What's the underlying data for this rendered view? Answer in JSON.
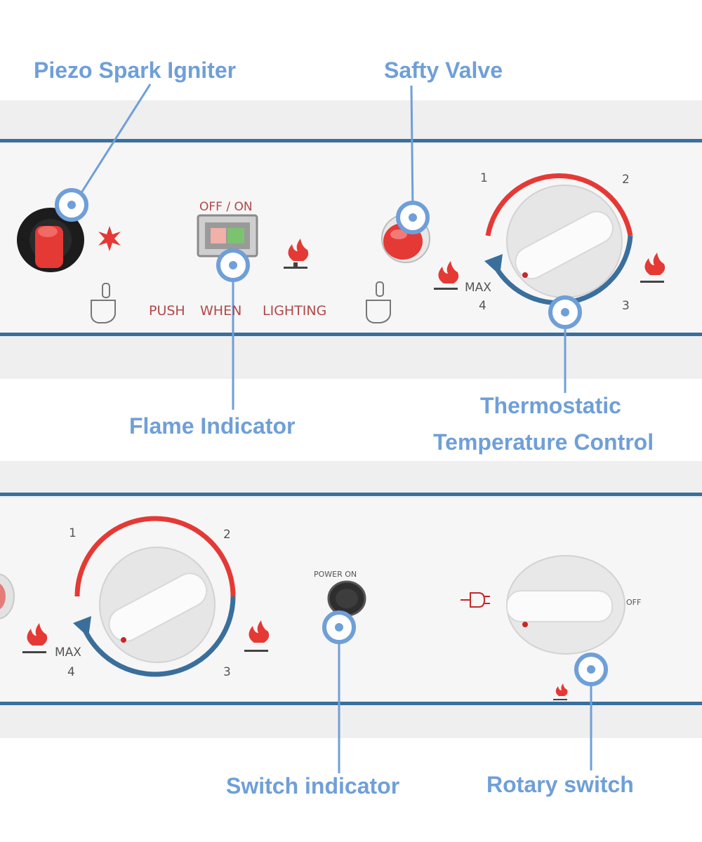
{
  "callouts": {
    "piezo": "Piezo Spark Igniter",
    "valve": "Safty Valve",
    "flame": "Flame Indicator",
    "thermo_line1": "Thermostatic",
    "thermo_line2": "Temperature  Control",
    "switch_indicator": "Switch indicator",
    "rotary": "Rotary switch"
  },
  "panel_top": {
    "off_on": "OFF / ON",
    "push": "PUSH",
    "when": "WHEN",
    "lighting": "LIGHTING",
    "dial_marks": {
      "one": "1",
      "two": "2",
      "three": "3",
      "four": "4",
      "max": "MAX"
    }
  },
  "panel_bottom": {
    "power_on": "POWER ON",
    "off": "OFF",
    "dial_marks": {
      "one": "1",
      "two": "2",
      "three": "3",
      "four": "4",
      "max": "MAX"
    }
  },
  "colors": {
    "callout": "#6f9fd8",
    "stripe": "#3a6f9c",
    "red": "#e53935",
    "label_red": "#b04848"
  }
}
